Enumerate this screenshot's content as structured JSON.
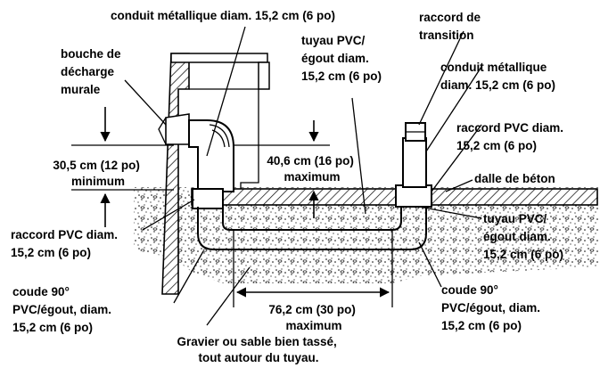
{
  "labels": {
    "conduit_top": [
      "conduit métallique diam. 15,2 cm (6 po)"
    ],
    "bouche": [
      "bouche de",
      "décharge",
      "murale"
    ],
    "tuyau_top": [
      "tuyau PVC/",
      "égout diam.",
      "15,2 cm (6 po)"
    ],
    "raccord_transition": [
      "raccord de",
      "transition"
    ],
    "conduit_right": [
      "conduit  métallique",
      "diam. 15,2 cm (6 po)"
    ],
    "raccord_pvc_right": [
      "raccord PVC diam.",
      "15,2 cm (6 po)"
    ],
    "dim_left": [
      "30,5 cm (12 po)",
      "minimum"
    ],
    "dim_center": [
      "40,6 cm (16 po)",
      "maximum"
    ],
    "dalle": [
      "dalle de béton"
    ],
    "tuyau_right": [
      "tuyau PVC/",
      "égout diam.",
      "15,2 cm (6 po)"
    ],
    "raccord_pvc_left": [
      "raccord PVC diam.",
      "15,2 cm (6 po)"
    ],
    "coude_left": [
      "coude 90°",
      "PVC/égout, diam.",
      "15,2 cm (6 po)"
    ],
    "dim_bottom": [
      "76,2 cm (30 po)",
      "maximum"
    ],
    "coude_right": [
      "coude 90°",
      "PVC/égout, diam.",
      "15,2 cm (6 po)"
    ],
    "gravier": [
      "Gravier ou sable bien tassé,",
      "tout autour du tuyau."
    ]
  }
}
